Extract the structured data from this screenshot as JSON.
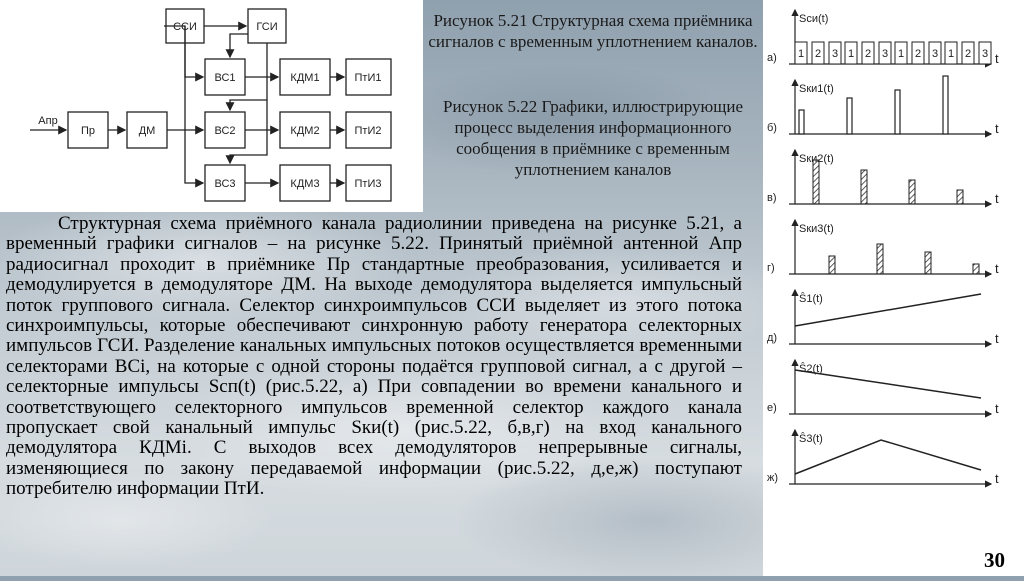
{
  "caption": {
    "fig21": "Рисунок 5.21 Структурная схема приёмника сигналов с временным уплотнением каналов.",
    "fig22": "Рисунок 5.22 Графики, иллюстрирующие процесс выделения информационного сообщения в приёмнике с временным уплотнением каналов"
  },
  "diagram": {
    "input_label": "Апр",
    "blocks": {
      "ssi": "ССИ",
      "gsi": "ГСИ",
      "pr": "Пр",
      "dm": "ДМ",
      "bc1": "ВС1",
      "bc2": "ВС2",
      "bc3": "ВС3",
      "kdm1": "КДМ1",
      "kdm2": "КДМ2",
      "kdm3": "КДМ3",
      "pti1": "ПтИ1",
      "pti2": "ПтИ2",
      "pti3": "ПтИ3"
    }
  },
  "graphs": {
    "axis_t": "t",
    "panels": [
      {
        "letter": "а)",
        "ylabel": "Sси(t)",
        "slot_labels": [
          "1",
          "2",
          "3",
          "1",
          "2",
          "3",
          "1",
          "2",
          "3",
          "1",
          "2",
          "3"
        ]
      },
      {
        "letter": "б)",
        "ylabel": "Sки1(t)"
      },
      {
        "letter": "в)",
        "ylabel": "Sки2(t)"
      },
      {
        "letter": "г)",
        "ylabel": "Sки3(t)"
      },
      {
        "letter": "д)",
        "ylabel": "Ŝ1(t)"
      },
      {
        "letter": "е)",
        "ylabel": "Ŝ2(t)"
      },
      {
        "letter": "ж)",
        "ylabel": "Ŝ3(t)"
      }
    ]
  },
  "body": {
    "paragraph": "Структурная схема приёмного канала радиолинии приведена на рисунке 5.21, а временный графики сигналов – на рисунке 5.22. Принятый приёмной антенной Aпр радиосигнал проходит в приёмнике Пр стандартные преобразования, усиливается и демодулируется в демодуляторе ДМ. На выходе демодулятора выделяется импульсный поток группового сигнала. Селектор синхроимпульсов ССИ выделяет из этого потока синхроимпульсы, которые обеспечивают синхронную работу генератора селекторных импульсов ГСИ. Разделение канальных импульсных потоков осуществляется временными селекторами ВСi, на которые с одной стороны подаётся групповой сигнал, а с другой – селекторные импульсы Sсп(t) (рис.5.22, а) При совпадении во времени канального и соответствующего селекторного импульсов временной селектор каждого канала пропускает свой канальный импульс Sки(t) (рис.5.22, б,в,г) на вход канального демодулятора КДМi. С выходов всех демодуляторов непрерывные сигналы, изменяющиеся по закону передаваемой информации (рис.5.22, д,е,ж) поступают потребителю информации ПтИ."
  },
  "page_number": "30"
}
